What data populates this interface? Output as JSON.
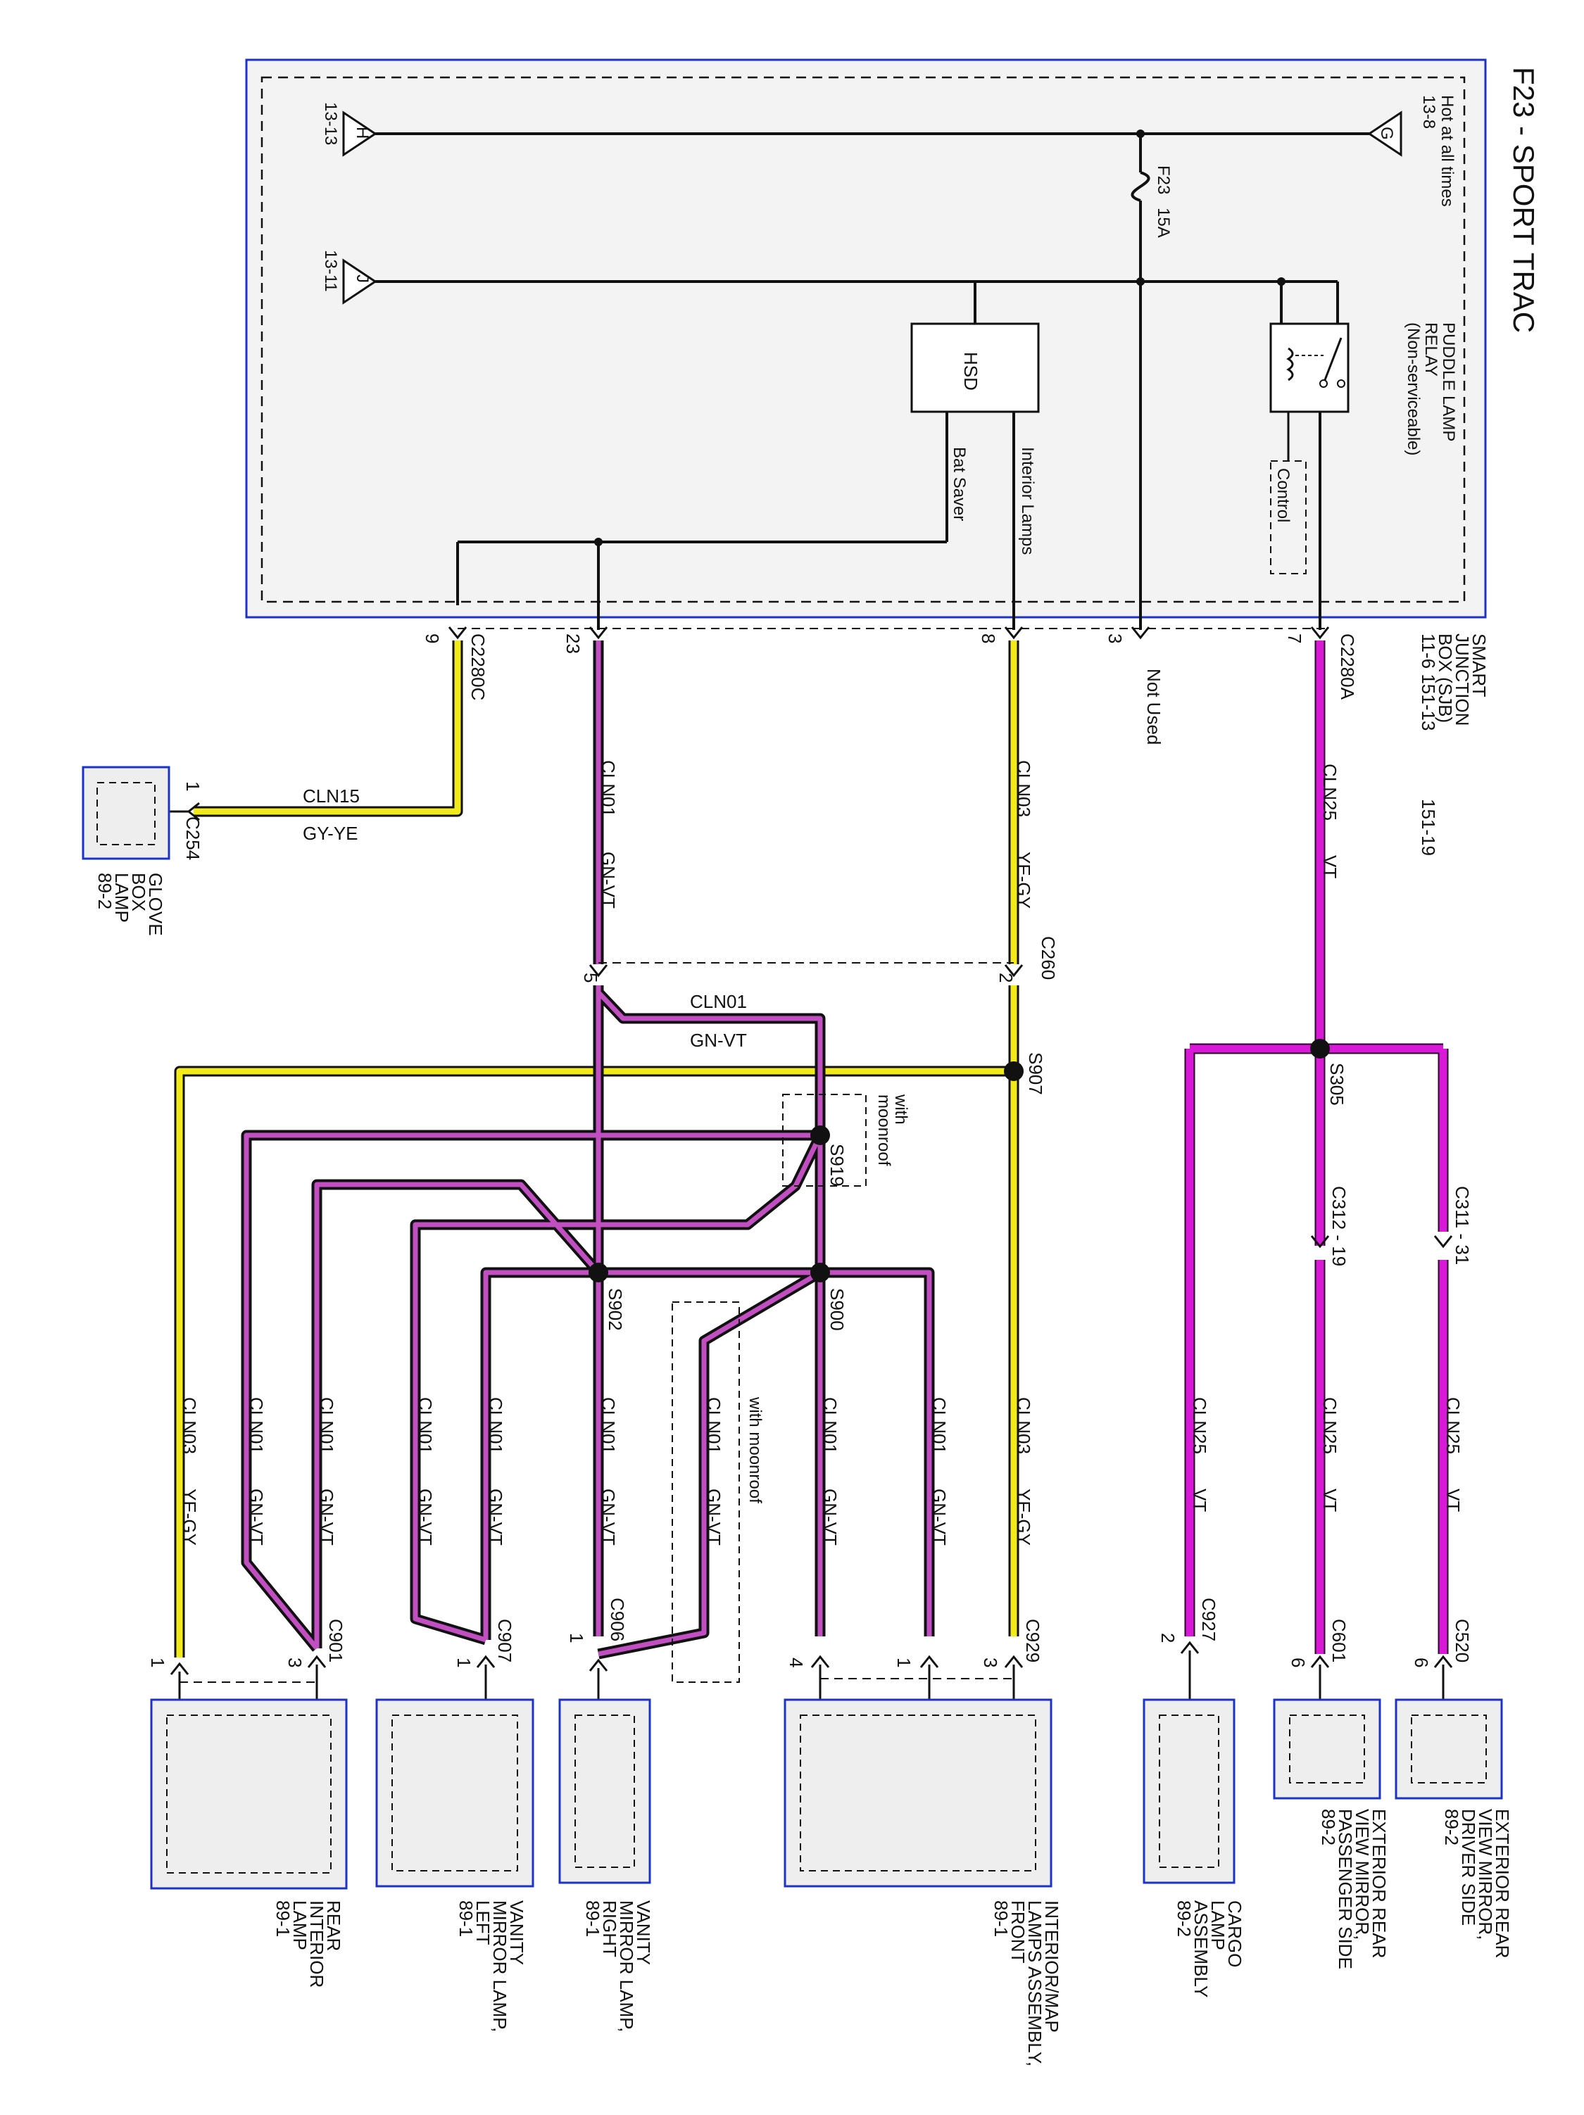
{
  "title": "F23 - SPORT TRAC",
  "sjb": {
    "name_lines": [
      "SMART",
      "JUNCTION",
      "BOX (SJB)"
    ],
    "refs_line": "11-6   151-13",
    "ref_extra": "151-19",
    "connector_a": "C2280A",
    "connector_c": "C2280C",
    "pins": {
      "vt": "7",
      "not_used": "3",
      "ye_gy": "8",
      "gn_vt": "23",
      "gy_ye": "9"
    },
    "not_used_label": "Not Used"
  },
  "internals": {
    "hot_label_1": "Hot at all times",
    "hot_label_2": "13-8",
    "g_letter": "G",
    "h_letter": "H",
    "h_ref": "13-13",
    "j_letter": "J",
    "j_ref": "13-11",
    "fuse_name": "F23",
    "fuse_rating": "15A",
    "relay_lines": [
      "PUDDLE LAMP",
      "RELAY",
      "(Non-serviceable)"
    ],
    "control_label": "Control",
    "hsd_label": "HSD",
    "interior_lamps_label": "Interior Lamps",
    "bat_saver_label": "Bat Saver"
  },
  "wires": {
    "cln25": "CLN25",
    "vt": "VT",
    "cln03": "CLN03",
    "ye_gy": "YE-GY",
    "cln01": "CLN01",
    "gn_vt": "GN-VT",
    "cln15": "CLN15",
    "gy_ye": "GY-YE"
  },
  "connectors": {
    "c260": "C260",
    "c260_pin_a": "2",
    "c260_pin_b": "5",
    "c254": "C254",
    "c254_pin": "1",
    "c311": "C311 - 31",
    "c312": "C312 - 19",
    "c520": "C520",
    "c520_pin": "6",
    "c601": "C601",
    "c601_pin": "6",
    "c927": "C927",
    "c927_pin": "2",
    "c929": "C929",
    "c929_pins": [
      "3",
      "1",
      "4"
    ],
    "c906": "C906",
    "c906_pin": "1",
    "c907": "C907",
    "c907_pin": "1",
    "c901": "C901",
    "c901_pins": [
      "3",
      "1"
    ]
  },
  "splices": {
    "s305": "S305",
    "s907": "S907",
    "s919": "S919",
    "s900": "S900",
    "s902": "S902",
    "with_moonroof": "with moonroof",
    "with_moonroof_2": [
      "with",
      "moonroof"
    ]
  },
  "components": {
    "glove_box": [
      "GLOVE",
      "BOX",
      "LAMP",
      "89-2"
    ],
    "driver_mirror": [
      "EXTERIOR REAR",
      "VIEW MIRROR,",
      "DRIVER SIDE",
      "89-2"
    ],
    "passenger_mirror": [
      "EXTERIOR REAR",
      "VIEW MIRROR,",
      "PASSENGER SIDE",
      "89-2"
    ],
    "cargo_lamp": [
      "CARGO",
      "LAMP",
      "ASSEMBLY",
      "89-2"
    ],
    "interior_map": [
      "INTERIOR/MAP",
      "LAMPS ASSEMBLY,",
      "FRONT",
      "89-1"
    ],
    "vanity_right": [
      "VANITY",
      "MIRROR LAMP,",
      "RIGHT",
      "89-1"
    ],
    "vanity_left": [
      "VANITY",
      "MIRROR LAMP,",
      "LEFT",
      "89-1"
    ],
    "rear_interior": [
      "REAR",
      "INTERIOR",
      "LAMP",
      "89-1"
    ]
  },
  "colors": {
    "vt": "#d81ad8",
    "yellow": "#f2ea1a",
    "gn_vt_stripe": "#c14fc1",
    "box_border": "#1c33c9",
    "component_fill": "#eeeeee",
    "ink": "#111111"
  }
}
